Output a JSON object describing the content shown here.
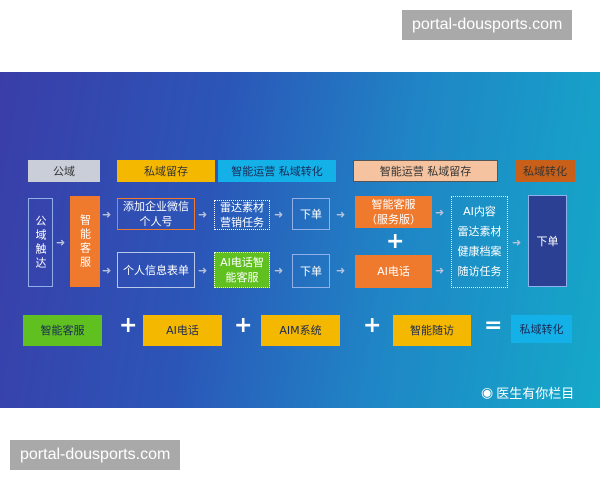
{
  "watermarks": {
    "top": "portal-dousports.com",
    "bottom": "portal-dousports.com",
    "weibo": "医生有你栏目"
  },
  "headers": [
    "公域",
    "私域留存",
    "智能运营  私域转化",
    "智能运营    私域留存",
    "私域转化"
  ],
  "flow": {
    "public_reach": "公域触达",
    "smart_service": "智能客服",
    "add_wechat": "添加企业微信个人号",
    "personal_form": "个人信息表单",
    "radar_tasks": "雷达素材营销任务",
    "ai_call_service": "AI电话智能客服",
    "order1": "下单",
    "order2": "下单",
    "smart_service_pro": "智能客服（服务版）",
    "ai_call": "AI电话",
    "content_list": [
      "AI内容",
      "雷达素材",
      "健康档案",
      "随访任务"
    ],
    "order_final": "下单"
  },
  "equation": {
    "items": [
      "智能客服",
      "AI电话",
      "AIM系统",
      "智能随访"
    ],
    "plus": "+",
    "equals": "=",
    "result": "私域转化"
  },
  "colors": {
    "orange": "#ef7a2e",
    "yellow": "#f5b800",
    "cyan": "#14b0e8",
    "green": "#5fc020"
  }
}
